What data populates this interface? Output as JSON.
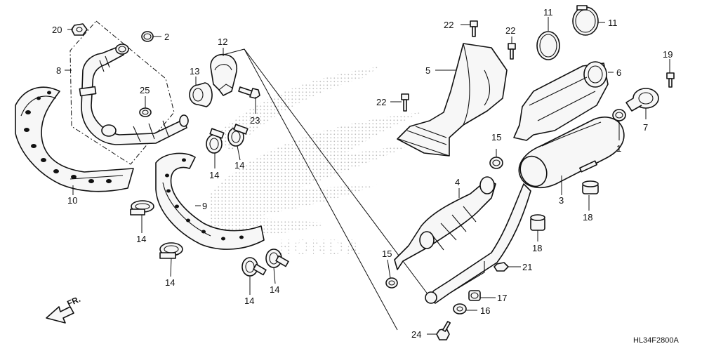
{
  "diagram": {
    "code": "HL34F2800A",
    "direction_label": "FR.",
    "callouts": [
      "20",
      "2",
      "8",
      "25",
      "10",
      "12",
      "13",
      "23",
      "14",
      "14",
      "14",
      "9",
      "14",
      "14",
      "14",
      "14",
      "22",
      "22",
      "5",
      "22",
      "11",
      "11",
      "6",
      "19",
      "7",
      "1",
      "15",
      "4",
      "3",
      "18",
      "18",
      "15",
      "21",
      "17",
      "16",
      "24"
    ]
  },
  "colors": {
    "ink": "#111111",
    "paper": "#ffffff",
    "watermark": "#c8c8c8"
  },
  "icons": {
    "watermark": "honda-wing-logo",
    "direction": "front-arrow-icon"
  }
}
